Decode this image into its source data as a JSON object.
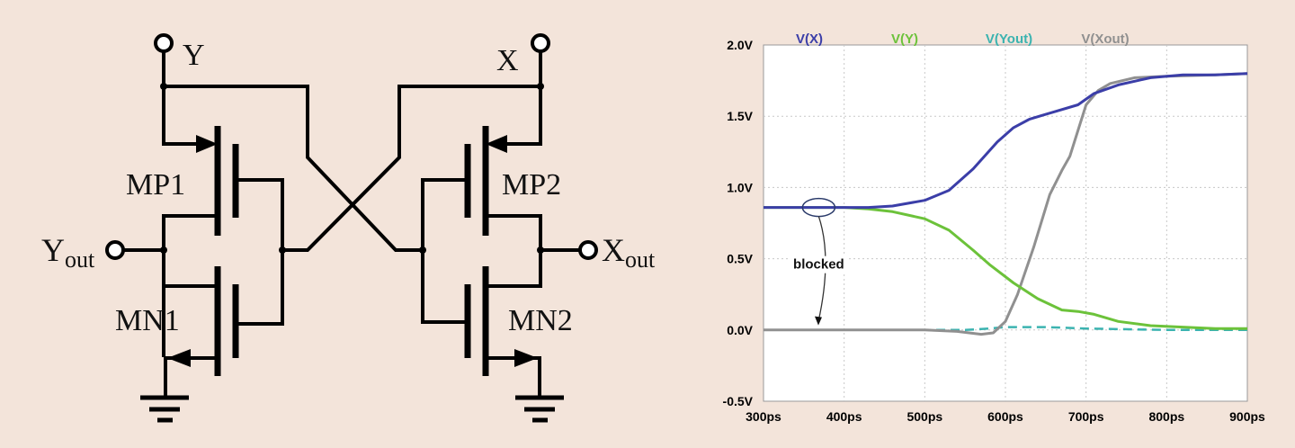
{
  "circuit": {
    "terminals": {
      "y": "Y",
      "x": "X",
      "yout_main": "Y",
      "yout_sub": "out",
      "xout_main": "X",
      "xout_sub": "out"
    },
    "transistors": {
      "mp1": "MP1",
      "mp2": "MP2",
      "mn1": "MN1",
      "mn2": "MN2"
    }
  },
  "chart_data": {
    "type": "line",
    "x_unit": "ps",
    "y_unit": "V",
    "xlim": [
      300,
      900
    ],
    "ylim": [
      -0.5,
      2.0
    ],
    "x_ticks": [
      "300ps",
      "400ps",
      "500ps",
      "600ps",
      "700ps",
      "800ps",
      "900ps"
    ],
    "y_ticks": [
      "2.0V",
      "1.5V",
      "1.0V",
      "0.5V",
      "0.0V",
      "-0.5V"
    ],
    "grid": true,
    "legend_position": "top",
    "annotation": {
      "text": "blocked",
      "at": [
        364,
        0.86
      ],
      "arrow_to": [
        368,
        0.02
      ]
    },
    "series": [
      {
        "name": "V(X)",
        "color": "#3b3ea8",
        "dashed": false,
        "x": [
          300,
          400,
          430,
          460,
          500,
          530,
          560,
          590,
          610,
          630,
          660,
          690,
          710,
          740,
          780,
          820,
          860,
          900
        ],
        "y": [
          0.86,
          0.86,
          0.86,
          0.87,
          0.91,
          0.98,
          1.13,
          1.32,
          1.42,
          1.48,
          1.53,
          1.58,
          1.66,
          1.72,
          1.77,
          1.79,
          1.79,
          1.8
        ]
      },
      {
        "name": "V(Y)",
        "color": "#6cc23a",
        "dashed": false,
        "x": [
          300,
          400,
          430,
          460,
          500,
          530,
          560,
          580,
          610,
          640,
          670,
          690,
          710,
          740,
          780,
          820,
          860,
          900
        ],
        "y": [
          0.86,
          0.86,
          0.85,
          0.83,
          0.78,
          0.7,
          0.56,
          0.46,
          0.33,
          0.22,
          0.14,
          0.13,
          0.11,
          0.06,
          0.03,
          0.02,
          0.01,
          0.01
        ]
      },
      {
        "name": "V(Yout)",
        "color": "#3bb3b0",
        "dashed": true,
        "x": [
          300,
          500,
          550,
          580,
          600,
          650,
          700,
          800,
          900
        ],
        "y": [
          0.0,
          0.0,
          0.0,
          0.01,
          0.02,
          0.02,
          0.01,
          0.0,
          0.0
        ]
      },
      {
        "name": "V(Xout)",
        "color": "#909090",
        "dashed": false,
        "x": [
          300,
          500,
          540,
          570,
          585,
          600,
          615,
          635,
          655,
          670,
          680,
          690,
          700,
          715,
          730,
          760,
          800,
          860,
          900
        ],
        "y": [
          0.0,
          0.0,
          -0.01,
          -0.03,
          -0.02,
          0.06,
          0.25,
          0.58,
          0.95,
          1.12,
          1.22,
          1.4,
          1.58,
          1.68,
          1.73,
          1.77,
          1.78,
          1.79,
          1.8
        ]
      }
    ]
  }
}
